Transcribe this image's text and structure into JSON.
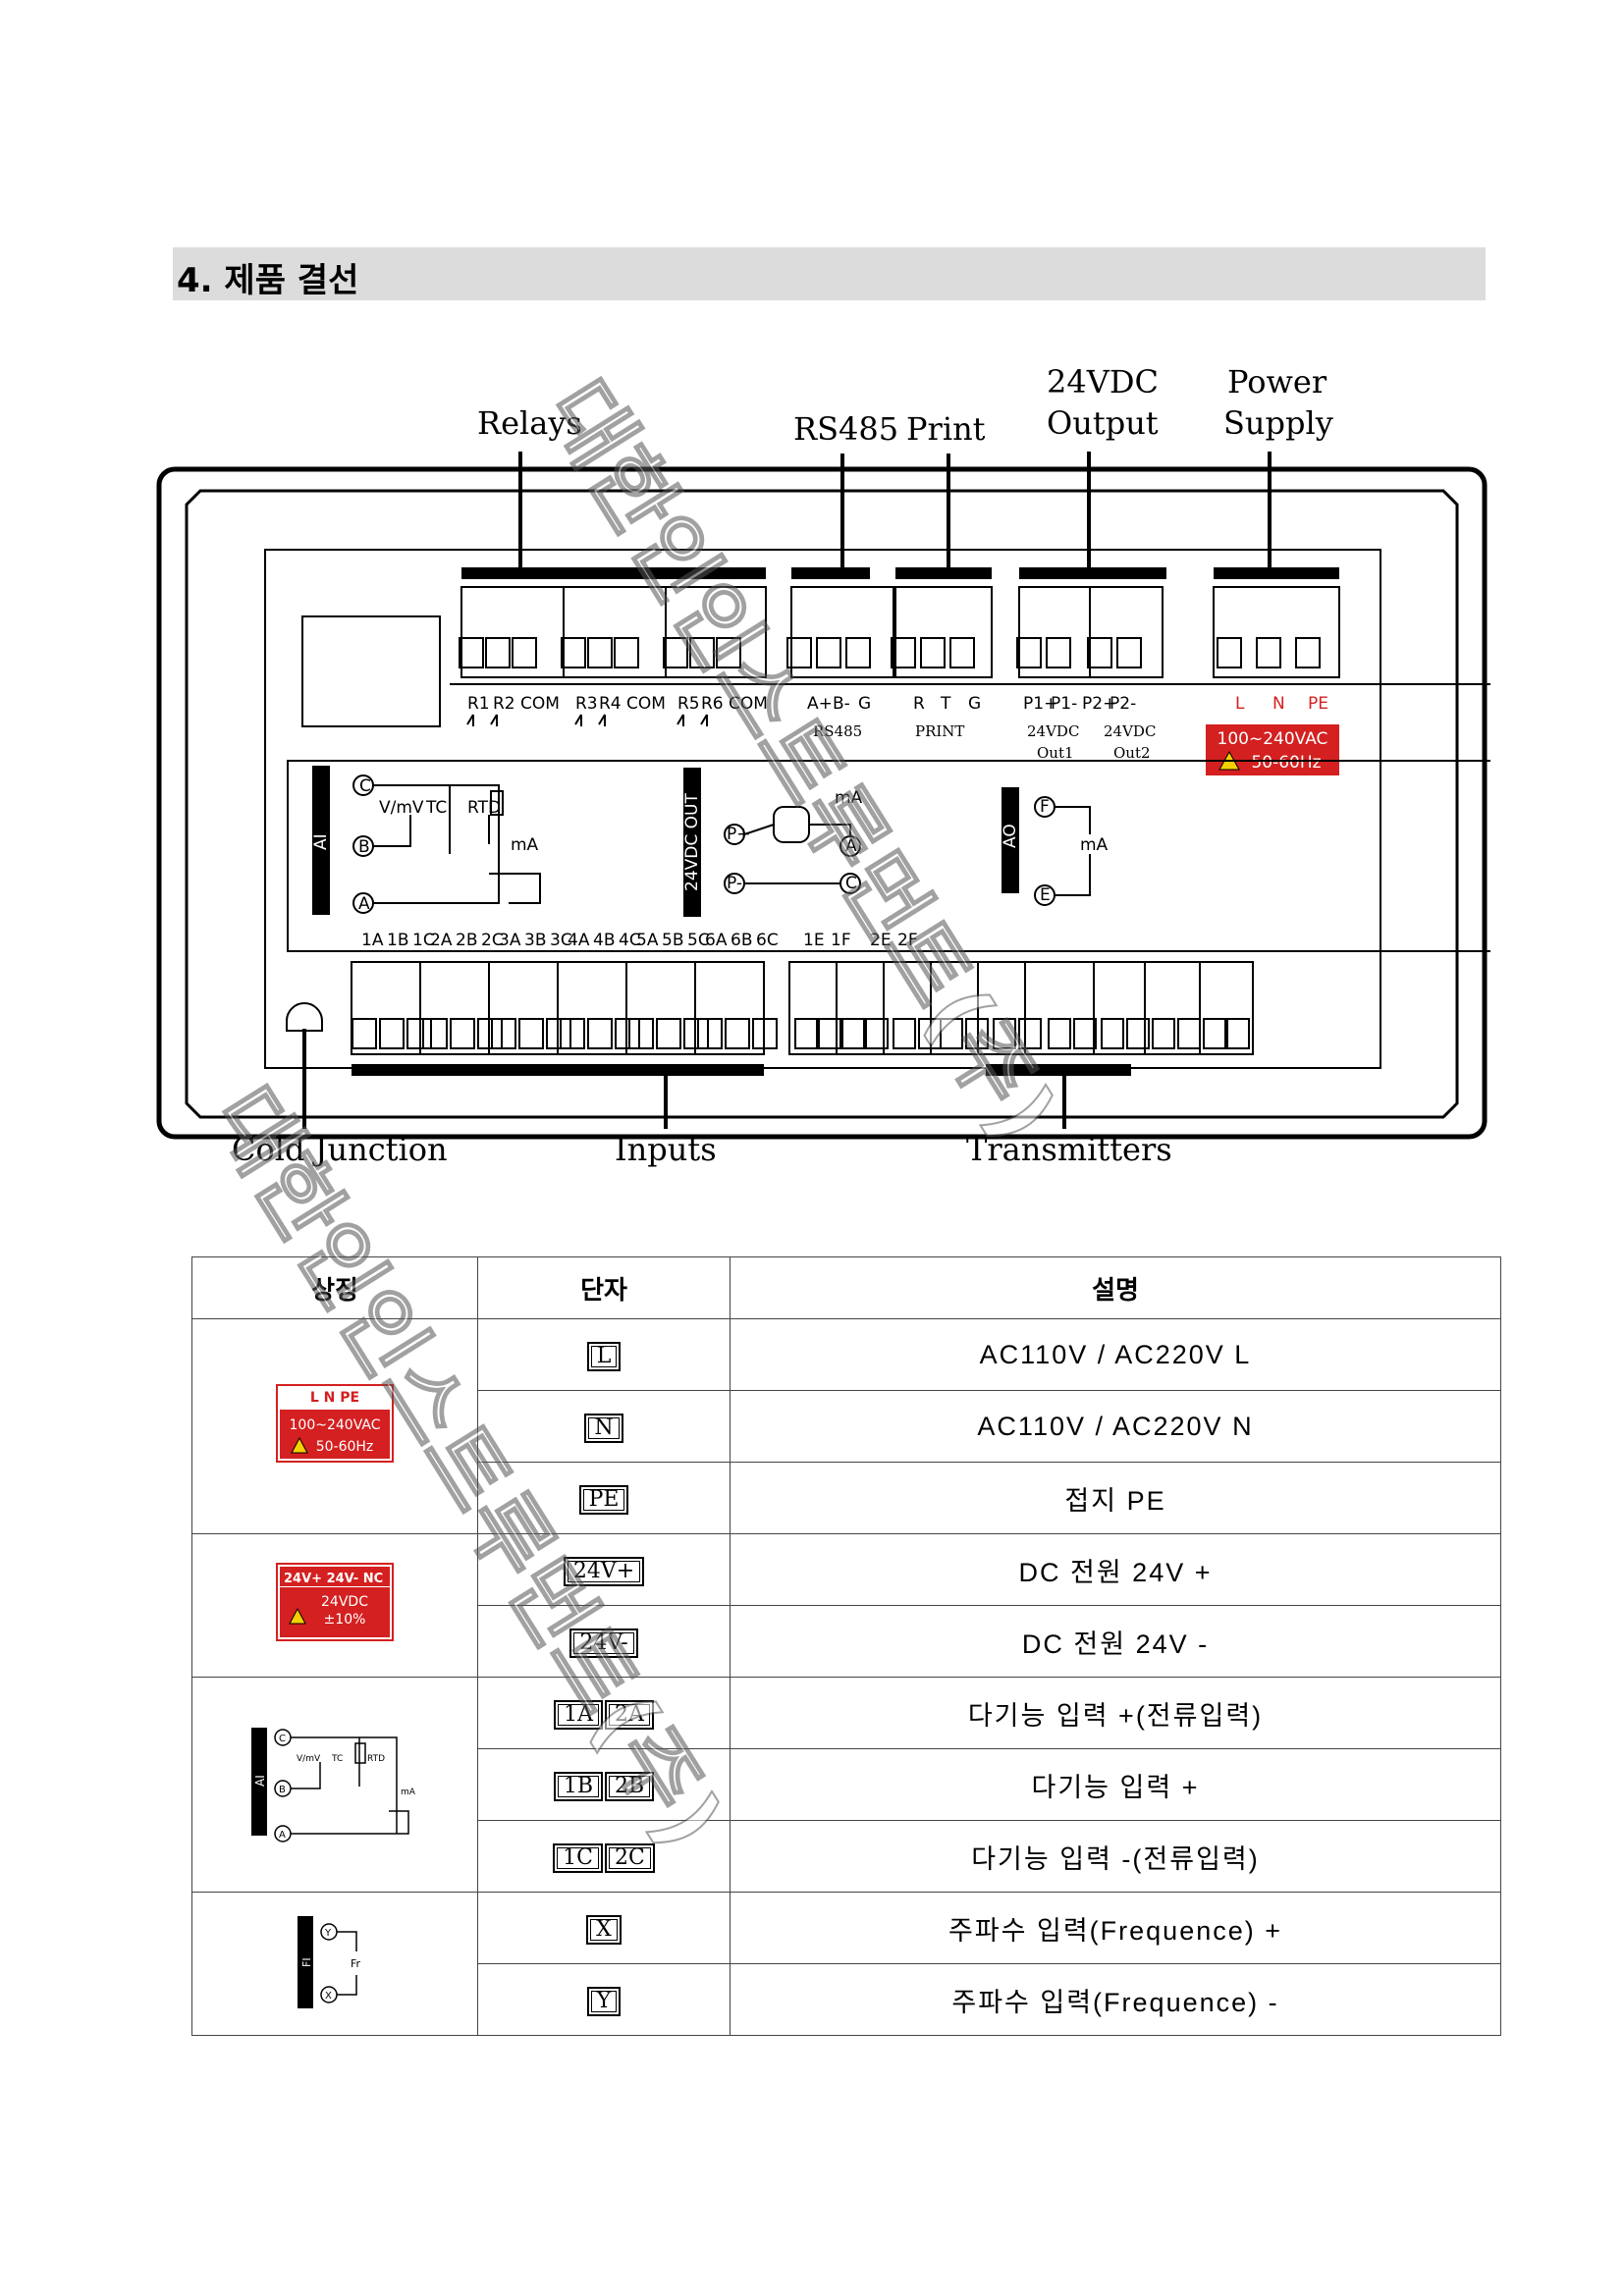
{
  "section_title": "4. 제품 결선",
  "diagram": {
    "top_labels": {
      "relays": "Relays",
      "rs485": "RS485",
      "print": "Print",
      "vdc_line1": "24VDC",
      "vdc_line2": "Output",
      "power_line1": "Power",
      "power_line2": "Supply"
    },
    "bottom_labels": {
      "cold_junction": "Cold Junction",
      "inputs": "Inputs",
      "transmitters": "Transmitters"
    },
    "terminal_row_top": [
      "R1",
      "R2",
      "COM",
      "R3",
      "R4",
      "COM",
      "R5",
      "R6",
      "COM",
      "A+",
      "B-",
      "G",
      "R",
      "T",
      "G",
      "P1+",
      "P1-",
      "P2+",
      "P2-",
      "L",
      "N",
      "PE"
    ],
    "sub_labels": {
      "rs485": "RS485",
      "print": "PRINT",
      "out1_a": "24VDC",
      "out1_b": "Out1",
      "out2_a": "24VDC",
      "out2_b": "Out2"
    },
    "power_badge": {
      "line1": "100~240VAC",
      "line2": "50-60Hz"
    },
    "terminal_row_bottom": [
      "1A",
      "1B",
      "1C",
      "2A",
      "2B",
      "2C",
      "3A",
      "3B",
      "3C",
      "4A",
      "4B",
      "4C",
      "5A",
      "5B",
      "5C",
      "6A",
      "6B",
      "6C",
      "1E",
      "1F",
      "2E",
      "2F"
    ],
    "ai_block": {
      "tag": "AI",
      "c": "C",
      "b": "B",
      "a": "A",
      "vmv": "V/mV",
      "tc": "TC",
      "rtd": "RTD",
      "ma": "mA"
    },
    "vout_block": {
      "tag": "24VDC OUT",
      "pplus": "P+",
      "pminus": "P-",
      "a": "A",
      "c": "C",
      "ma": "mA"
    },
    "ao_block": {
      "tag": "AO",
      "f": "F",
      "e": "E",
      "ma": "mA"
    }
  },
  "table": {
    "headers": [
      "상징",
      "단자",
      "설명"
    ],
    "groups": [
      {
        "symbol": {
          "top": "L   N  PE",
          "line1": "100~240VAC",
          "line2": "50-60Hz"
        },
        "rows": [
          {
            "terminals": [
              "L"
            ],
            "description": "AC110V / AC220V L"
          },
          {
            "terminals": [
              "N"
            ],
            "description": "AC110V / AC220V N"
          },
          {
            "terminals": [
              "PE"
            ],
            "description": "접지 PE"
          }
        ]
      },
      {
        "symbol": {
          "top": "24V+ 24V- NC",
          "line1": "24VDC",
          "line2": "±10%"
        },
        "rows": [
          {
            "terminals": [
              "24V+"
            ],
            "description": "DC 전원 24V +"
          },
          {
            "terminals": [
              "24V-"
            ],
            "description": "DC 전원 24V -"
          }
        ]
      },
      {
        "symbol": {
          "tag": "AI",
          "c": "C",
          "b": "B",
          "a": "A",
          "vmv": "V/mV",
          "tc": "TC",
          "rtd": "RTD",
          "ma": "mA"
        },
        "rows": [
          {
            "terminals": [
              "1A",
              "2A"
            ],
            "description": "다기능 입력 +(전류입력)"
          },
          {
            "terminals": [
              "1B",
              "2B"
            ],
            "description": "다기능 입력 +"
          },
          {
            "terminals": [
              "1C",
              "2C"
            ],
            "description": "다기능 입력 -(전류입력)"
          }
        ]
      },
      {
        "symbol": {
          "tag": "FI",
          "y": "Y",
          "x": "X",
          "fr": "Fr"
        },
        "rows": [
          {
            "terminals": [
              "X"
            ],
            "description": "주파수 입력(Frequence) +"
          },
          {
            "terminals": [
              "Y"
            ],
            "description": "주파수 입력(Frequence) -"
          }
        ]
      }
    ]
  },
  "watermark": "대한인인스트루먼트(주)",
  "colors": {
    "badge_red": "#d42020",
    "heading_bg": "#dcdcdc",
    "warning_yellow": "#f5d000"
  }
}
